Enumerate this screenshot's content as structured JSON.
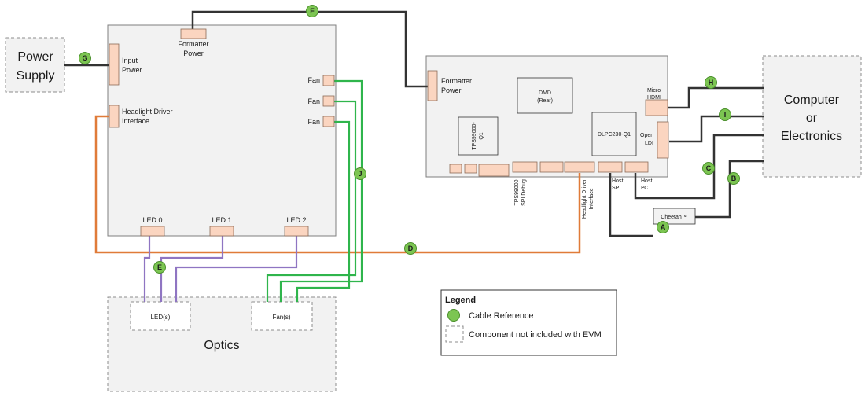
{
  "blocks": {
    "power_supply": [
      "Power",
      "Supply"
    ],
    "computer": [
      "Computer",
      "or",
      "Electronics"
    ],
    "optics": "Optics",
    "leds_module": "LED(s)",
    "fans_module": "Fan(s)",
    "cheetah": "Cheetah™"
  },
  "left_board": {
    "formatter_power": [
      "Formatter",
      "Power"
    ],
    "input_power": [
      "Input",
      "Power"
    ],
    "headlight_driver_interface": [
      "Headlight Driver",
      "Interface"
    ],
    "fans": [
      "Fan",
      "Fan",
      "Fan"
    ],
    "leds": [
      "LED 0",
      "LED 1",
      "LED 2"
    ]
  },
  "right_board": {
    "formatter_power": [
      "Formatter",
      "Power"
    ],
    "dmd": [
      "DMD",
      "(Rear)"
    ],
    "tps_chip": [
      "TPS99000-",
      "Q1"
    ],
    "dlpc_chip": "DLPC230-Q1",
    "micro_hdmi": [
      "Micro",
      "HDMI"
    ],
    "open_ldi": [
      "Open",
      "LDI"
    ],
    "tps_spi_debug": [
      "TPS99000",
      "SPI Debug"
    ],
    "headlight_driver_interface": [
      "Headlight Driver",
      "Interface"
    ],
    "host_spi": [
      "Host",
      "SPI"
    ],
    "host_i2c": [
      "Host",
      "I²C"
    ]
  },
  "cables": [
    "A",
    "B",
    "C",
    "D",
    "E",
    "F",
    "G",
    "H",
    "I",
    "J"
  ],
  "legend": {
    "title": "Legend",
    "cable_reference": "Cable Reference",
    "not_included": "Component not included with EVM"
  },
  "colors": {
    "cable_black": "#333333",
    "cable_orange": "#e07b39",
    "cable_purple": "#8f75c2",
    "cable_green": "#2fb54c",
    "badge_green": "#7cc552",
    "connector": "#fbd5c0",
    "board": "#f2f2f2"
  }
}
